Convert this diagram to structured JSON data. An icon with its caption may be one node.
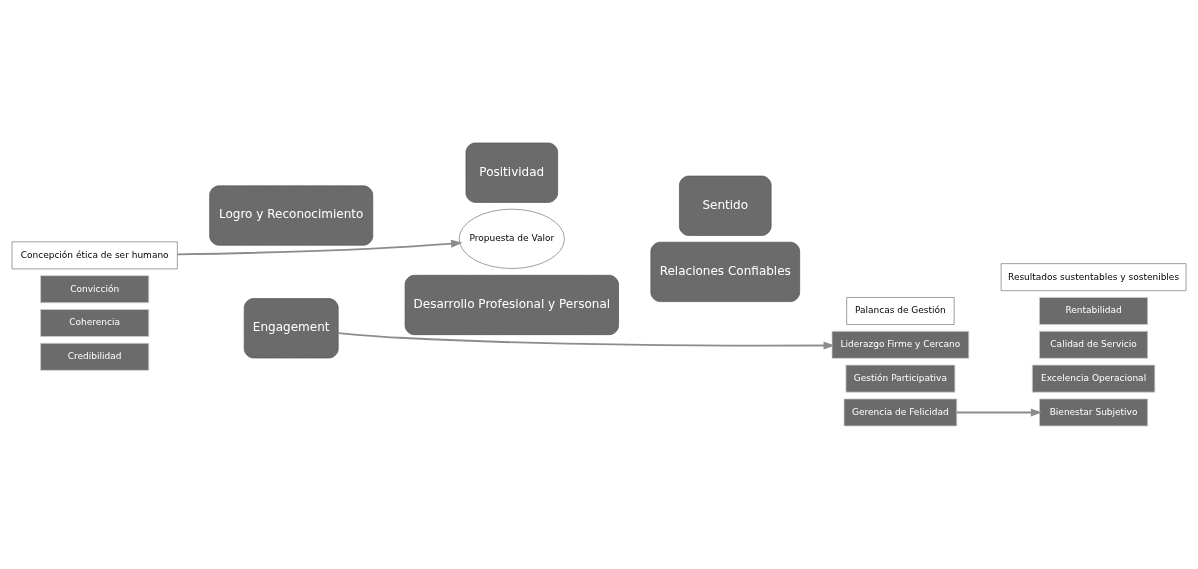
{
  "diagram": {
    "nodes": [
      {
        "text": [
          "Concepción ética de ser humano"
        ]
      },
      {
        "text": [
          "Convicción"
        ]
      },
      {
        "text": [
          "Coherencia"
        ]
      },
      {
        "text": [
          "Credibilidad"
        ]
      },
      {
        "text": [
          "Positividad"
        ]
      },
      {
        "text": [
          "Logro y Reconocimiento"
        ]
      },
      {
        "text": [
          "Sentido"
        ]
      },
      {
        "text": [
          "Propuesta de Valor"
        ]
      },
      {
        "text": [
          "Engagement"
        ]
      },
      {
        "text": [
          "Relaciones Confiables"
        ]
      },
      {
        "text": [
          "Desarrollo Profesional y Personal"
        ]
      },
      {
        "text": [
          "Resultados sustentables y sostenibles"
        ]
      },
      {
        "text": [
          "Rentabilidad"
        ]
      },
      {
        "text": [
          "Calidad de Servicio"
        ]
      },
      {
        "text": [
          "Excelencia Operacional"
        ]
      },
      {
        "text": [
          "Bienestar Subjetivo"
        ]
      },
      {
        "text": [
          "Palancas de Gestión"
        ]
      },
      {
        "text": [
          "Liderazgo Firme y Cercano"
        ]
      },
      {
        "text": [
          "Gestión Participativa"
        ]
      },
      {
        "text": [
          "Gerencia de Felicidad"
        ]
      }
    ],
    "edges": [
      {
        "from": 0,
        "to": 7,
        "arrow": "to"
      },
      {
        "from": 8,
        "to": 17,
        "arrow": "to"
      },
      {
        "from": 19,
        "to": 15,
        "arrow": "to"
      }
    ]
  }
}
